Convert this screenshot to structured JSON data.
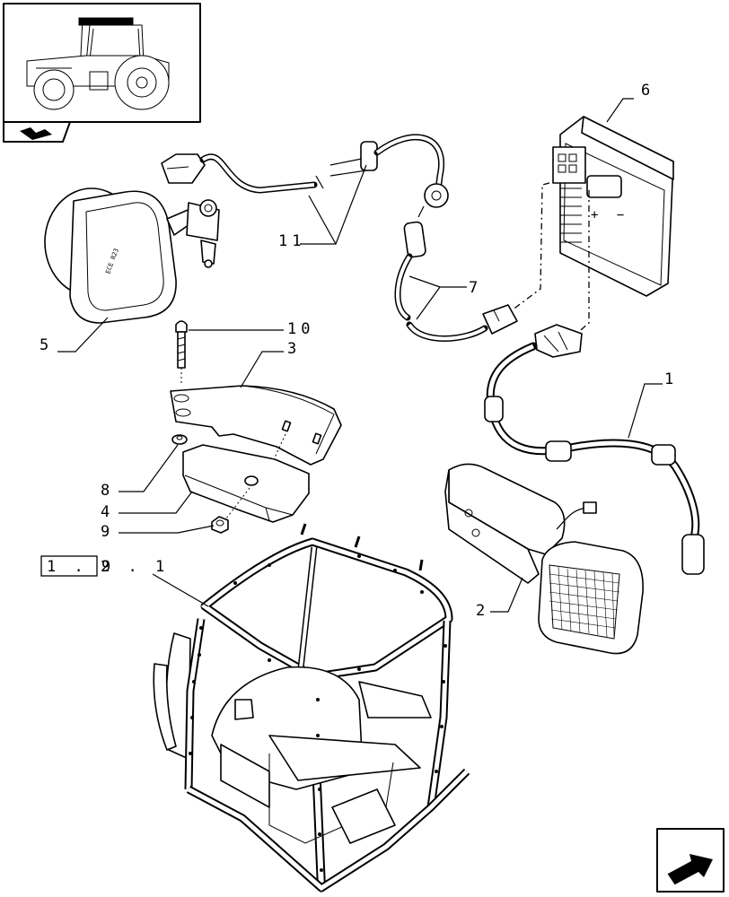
{
  "callouts": [
    {
      "id": "1",
      "label": "1"
    },
    {
      "id": "2",
      "label": "2"
    },
    {
      "id": "3",
      "label": "3"
    },
    {
      "id": "4",
      "label": "4"
    },
    {
      "id": "5",
      "label": "5"
    },
    {
      "id": "6",
      "label": "6"
    },
    {
      "id": "7",
      "label": "7"
    },
    {
      "id": "8",
      "label": "8"
    },
    {
      "id": "9",
      "label": "9"
    },
    {
      "id": "10",
      "label": "10"
    },
    {
      "id": "11",
      "label": "11"
    }
  ],
  "reference": {
    "boxed": "1 . 9",
    "suffix": "2 . 1"
  },
  "icons": {
    "thumbnail": "tractor-location-thumbnail",
    "book": "open-book-icon",
    "next": "next-page-arrow-icon"
  }
}
